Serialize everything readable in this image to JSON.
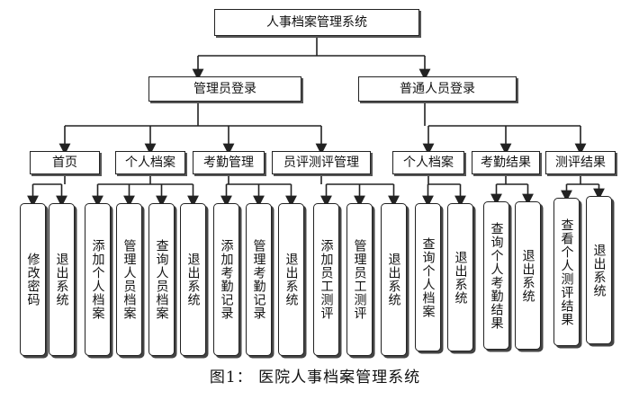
{
  "root": {
    "title": "人事档案管理系统"
  },
  "branches": [
    {
      "role": "管理员登录",
      "modules": [
        {
          "label": "首页",
          "items": [
            "修改密码",
            "退出系统"
          ]
        },
        {
          "label": "个人档案",
          "items": [
            "添加个人档案",
            "管理人员档案",
            "查询人员档案",
            "退出系统"
          ]
        },
        {
          "label": "考勤管理",
          "items": [
            "添加考勤记录",
            "管理考勤记录",
            "退出系统"
          ]
        },
        {
          "label": "员评测评管理",
          "items": [
            "添加员工测评",
            "管理员工测评",
            "退出系统"
          ]
        }
      ]
    },
    {
      "role": "普通人员登录",
      "modules": [
        {
          "label": "个人档案",
          "items": [
            "查询个人档案",
            "退出系统"
          ]
        },
        {
          "label": "考勤结果",
          "items": [
            "查询个人考勤结果",
            "退出系统"
          ]
        },
        {
          "label": "测评结果",
          "items": [
            "查看个人测评结果",
            "退出系统"
          ]
        }
      ]
    }
  ],
  "caption": "图1： 医院人事档案管理系统"
}
